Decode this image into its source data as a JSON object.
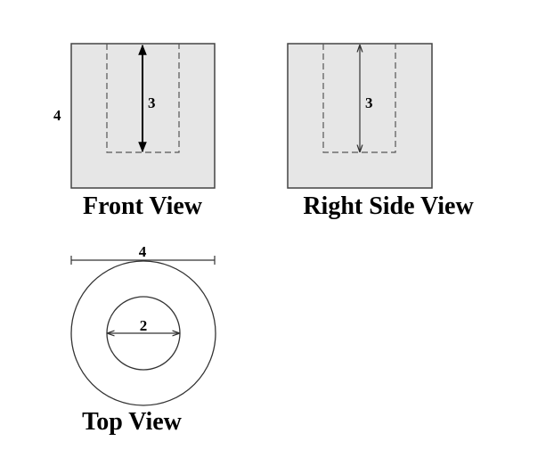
{
  "views": {
    "front": {
      "caption": "Front View",
      "outer_height_label": "4",
      "hole_depth_label": "3"
    },
    "right_side": {
      "caption": "Right Side View",
      "hole_depth_label": "3"
    },
    "top": {
      "caption": "Top View",
      "outer_diameter_label": "4",
      "inner_diameter_label": "2"
    }
  },
  "colors": {
    "face_fill": "#e6e6e6",
    "outline": "#444444",
    "hidden_line": "#555555"
  }
}
